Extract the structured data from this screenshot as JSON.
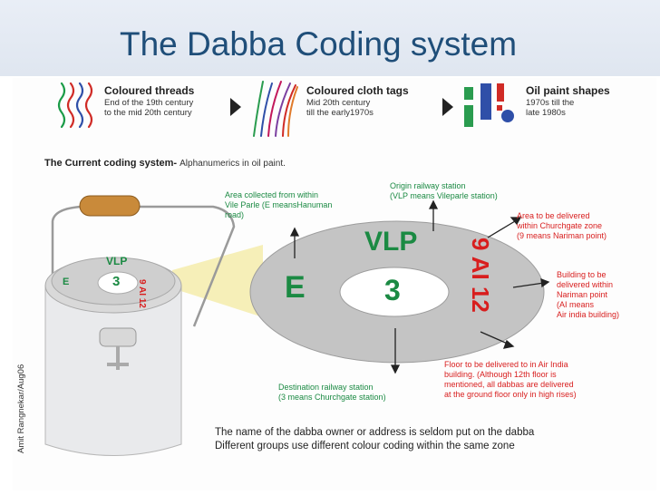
{
  "title": "The Dabba Coding system",
  "history": [
    {
      "heading": "Coloured threads",
      "line1": "End of the 19th century",
      "line2": "to the mid 20th century"
    },
    {
      "heading": "Coloured cloth tags",
      "line1": "Mid 20th century",
      "line2": "till  the early1970s"
    },
    {
      "heading": "Oil paint shapes",
      "line1": "1970s till  the",
      "line2": "late 1980s"
    }
  ],
  "current_system": {
    "label": "The Current coding system-",
    "detail": "Alphanumerics in oil paint."
  },
  "can_codes": {
    "origin": "VLP",
    "area": "E",
    "destination": "3",
    "building": "9 AI 12"
  },
  "annotations": {
    "origin": [
      "Origin railway station",
      "(VLP means Vileparle station)"
    ],
    "area_collected": [
      "Area collected from within",
      "Vile Parle (E meansHanuman",
      "road)"
    ],
    "area_delivered": [
      "Area to be delivered",
      "within Churchgate zone",
      "(9 means Nariman point)"
    ],
    "building": [
      "Building to be",
      "delivered within",
      "Nariman point",
      "(AI means",
      "Air india building)"
    ],
    "floor": [
      "Floor  to be delivered  to in Air India",
      "building. (Although 12th floor is",
      "mentioned, all dabbas are delivered",
      "at the ground floor only in high rises)"
    ],
    "destination": [
      "Destination railway station",
      "(3 means Churchgate station)"
    ]
  },
  "notes": [
    "The name of the dabba owner or address is seldom put on the dabba",
    "Different groups use different colour coding within the same zone"
  ],
  "credit": "Amit Rangnekar/Aug06",
  "colors": {
    "title": "#1f4e79",
    "green": "#1b8a43",
    "red": "#d81e1e",
    "lid": "#c8c8c8",
    "yellow_ray": "#f6efb8"
  }
}
